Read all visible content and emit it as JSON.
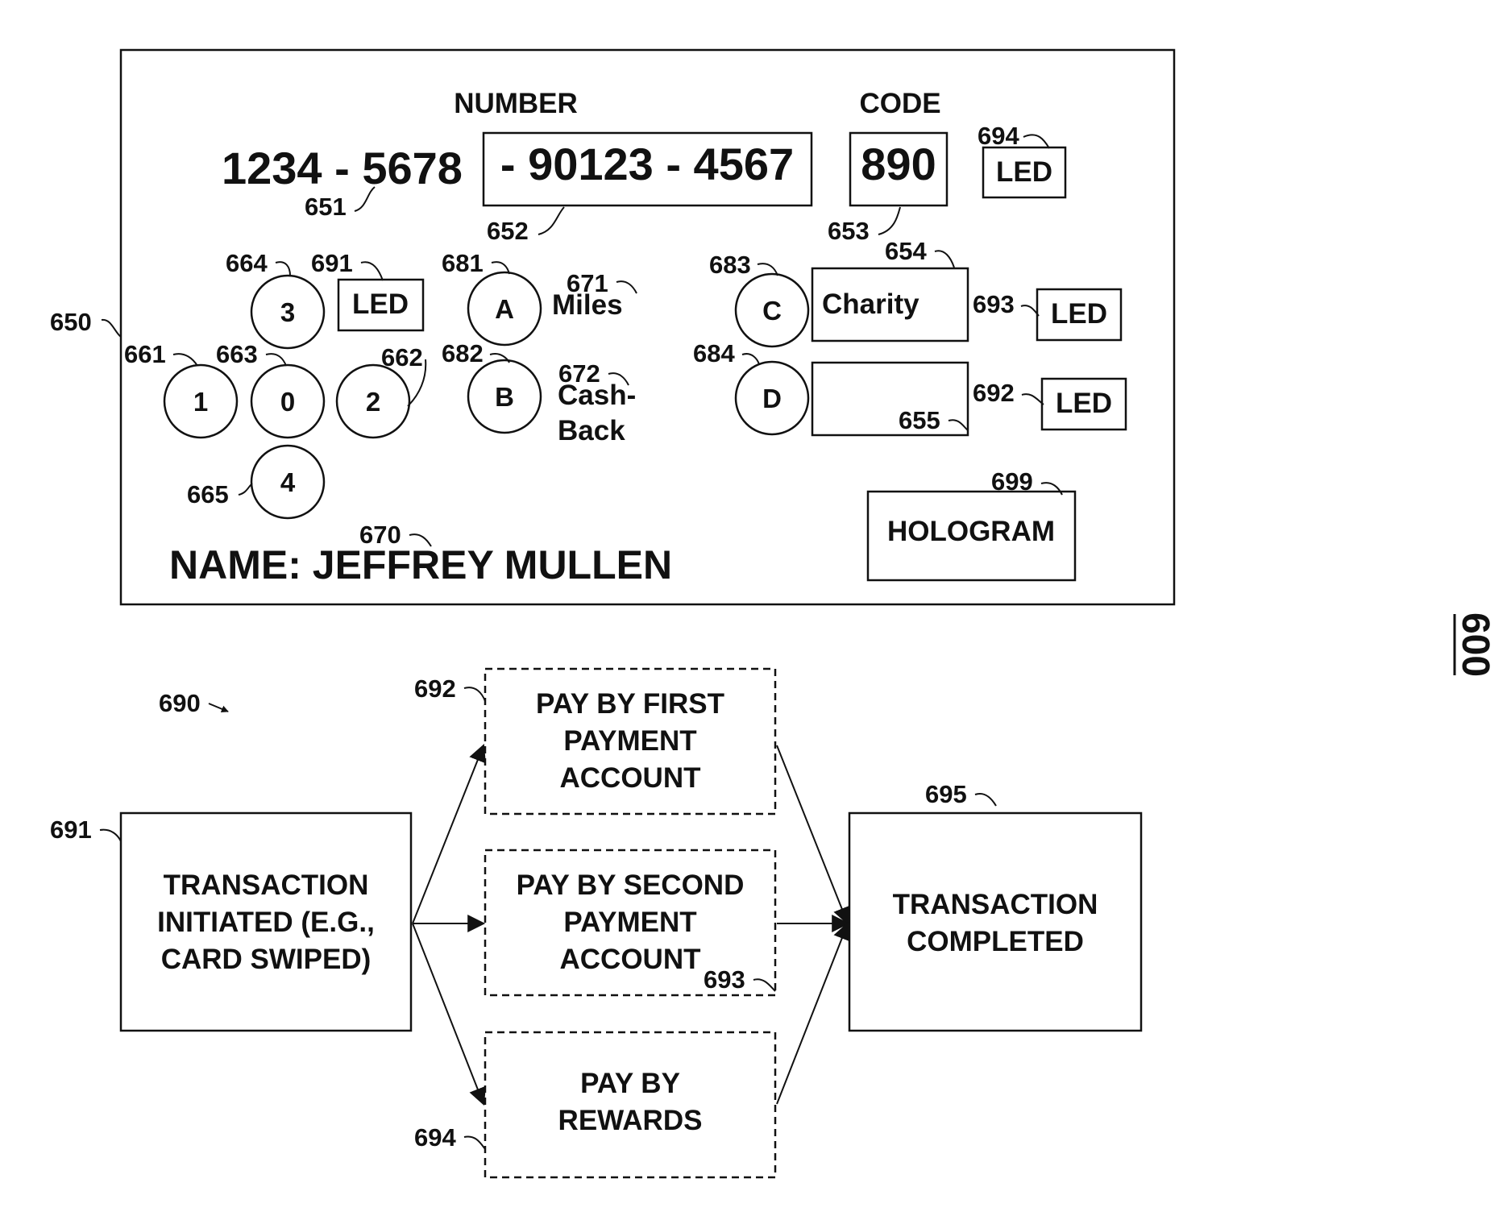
{
  "figure_number": "600",
  "card": {
    "ref": "650",
    "number_heading": "NUMBER",
    "code_heading": "CODE",
    "number_static": "1234 - 5678",
    "number_static_ref": "651",
    "number_dynamic": "- 90123 - 4567",
    "number_dynamic_ref": "652",
    "code_value": "890",
    "code_ref": "653",
    "code_led": {
      "label": "LED",
      "ref": "694"
    },
    "buttons": [
      {
        "label": "3",
        "ref": "664"
      },
      {
        "label": "1",
        "ref": "661"
      },
      {
        "label": "0",
        "ref": "663"
      },
      {
        "label": "2",
        "ref": "662"
      },
      {
        "label": "4",
        "ref": "665"
      },
      {
        "label": "A",
        "ref": "681"
      },
      {
        "label": "B",
        "ref": "682"
      },
      {
        "label": "C",
        "ref": "683"
      },
      {
        "label": "D",
        "ref": "684"
      }
    ],
    "keypad_led": {
      "label": "LED",
      "ref": "691"
    },
    "miles": {
      "label": "Miles",
      "ref": "671"
    },
    "cashback": {
      "line1": "Cash-",
      "line2": "Back",
      "ref": "672"
    },
    "charity": {
      "label": "Charity",
      "ref": "654"
    },
    "blank_display_ref": "655",
    "led_c": {
      "label": "LED",
      "ref": "693"
    },
    "led_d": {
      "label": "LED",
      "ref": "692"
    },
    "hologram": {
      "label": "HOLOGRAM",
      "ref": "699"
    },
    "name": "NAME: JEFFREY MULLEN",
    "name_ref": "670"
  },
  "flow": {
    "ref": "690",
    "start": {
      "lines": [
        "TRANSACTION",
        "INITIATED (E.G.,",
        "CARD SWIPED)"
      ],
      "ref": "691"
    },
    "options": [
      {
        "lines": [
          "PAY BY FIRST",
          "PAYMENT",
          "ACCOUNT"
        ],
        "ref": "692"
      },
      {
        "lines": [
          "PAY BY SECOND",
          "PAYMENT",
          "ACCOUNT"
        ],
        "ref": "693"
      },
      {
        "lines": [
          "PAY BY",
          "REWARDS"
        ],
        "ref": "694"
      }
    ],
    "end": {
      "lines": [
        "TRANSACTION",
        "COMPLETED"
      ],
      "ref": "695"
    }
  }
}
